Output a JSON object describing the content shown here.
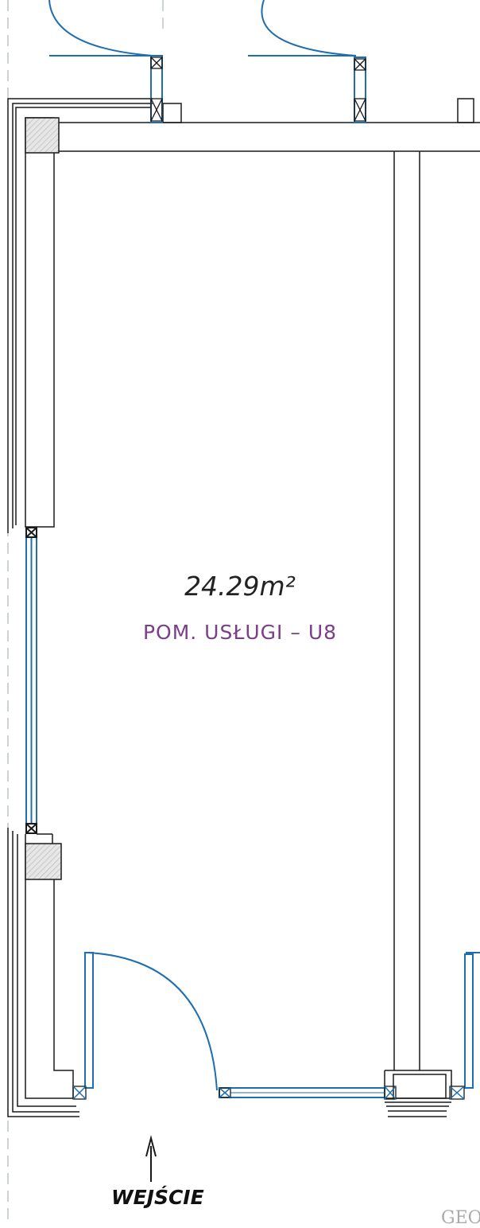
{
  "room": {
    "area_label": "24.29m²",
    "name_label": "POM. USŁUGI – U8"
  },
  "entrance": {
    "label": "WEJŚCIE"
  },
  "cut_text": "GEO",
  "colors": {
    "wall": "#1a1a1a",
    "window": "#1f6fb0",
    "room_name": "#7a3e8a",
    "column_hatch": "#c9c9c9"
  }
}
